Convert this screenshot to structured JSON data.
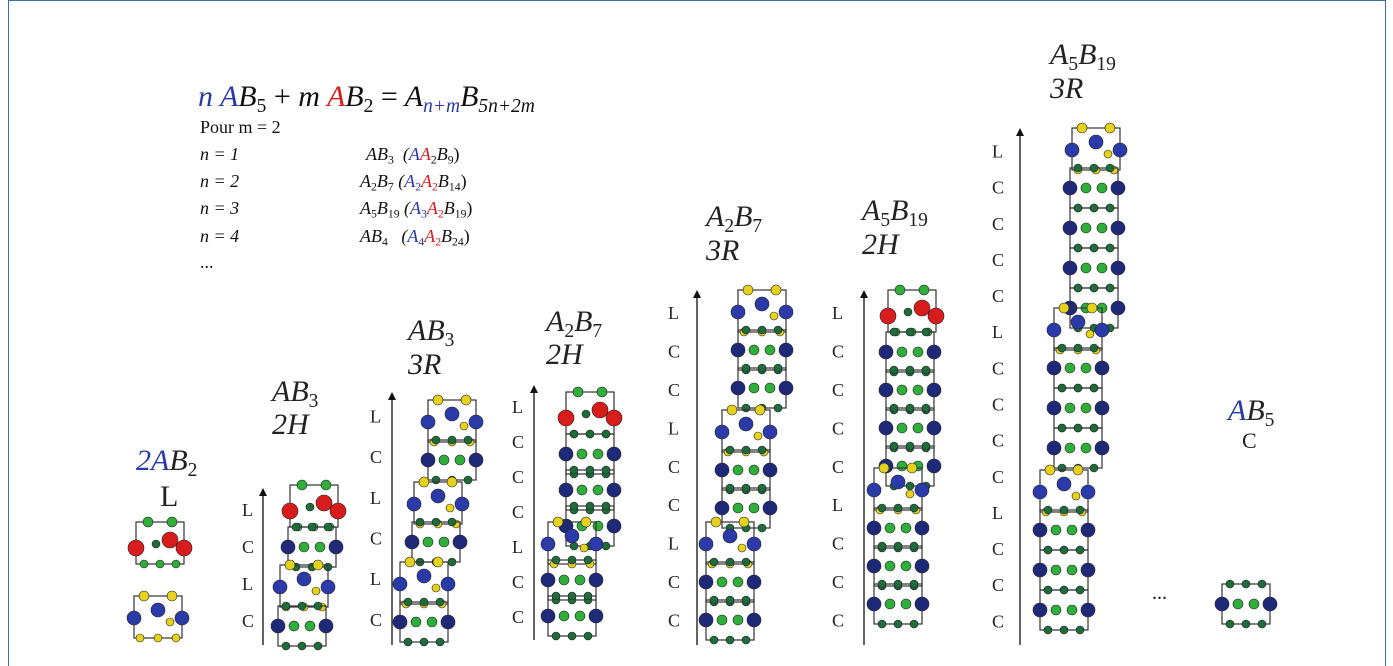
{
  "equation": {
    "n": "n",
    "A1": "A",
    "B5": "B",
    "sub5": "5",
    "plus": "+",
    "m": "m",
    "A2": "A",
    "B2": "B",
    "sub2": "2",
    "eq": "=",
    "A3": "A",
    "subnm": "n+m",
    "B3": "B",
    "sub5n2m": "5n+2m"
  },
  "pour": "Pour  m = 2",
  "rows": [
    {
      "n": "n = 1",
      "formula": "AB",
      "f_sub": "3",
      "paren": "(AA",
      "p_sub1": "2",
      "p_b": "B",
      "p_sub2": "9",
      "close": ")"
    },
    {
      "n": "n = 2",
      "formula": "A",
      "f_sub0": "2",
      "formula_b": "B",
      "f_sub": "7",
      "paren_a": "A",
      "p_sub0": "2",
      "paren": "A",
      "p_sub1": "2",
      "p_b": "B",
      "p_sub2": "14",
      "close": ")"
    },
    {
      "n": "n = 3",
      "formula": "A",
      "f_sub0": "5",
      "formula_b": "B",
      "f_sub": "19",
      "paren_a": "A",
      "p_sub0": "3",
      "paren": "A",
      "p_sub1": "2",
      "p_b": "B",
      "p_sub2": "19",
      "close": ")"
    },
    {
      "n": "n = 4",
      "formula": "AB",
      "f_sub": "4",
      "paren_a": "A",
      "p_sub0": "4",
      "paren": "A",
      "p_sub1": "2",
      "p_b": "B",
      "p_sub2": "24",
      "close": ")"
    }
  ],
  "ellipsis": "...",
  "structures": [
    {
      "name": "2AB",
      "sub": "2",
      "type": "L",
      "stack": []
    },
    {
      "name": "AB",
      "sub": "3",
      "type": "2H",
      "stack": [
        "L",
        "C",
        "L",
        "C"
      ]
    },
    {
      "name": "AB",
      "sub": "3",
      "type": "3R",
      "stack": [
        "L",
        "C",
        "L",
        "C",
        "L",
        "C"
      ]
    },
    {
      "name": "A",
      "sub0": "2",
      "b": "B",
      "sub": "7",
      "type": "2H",
      "stack": [
        "L",
        "C",
        "C",
        "C",
        "L",
        "C",
        "C"
      ]
    },
    {
      "name": "A",
      "sub0": "2",
      "b": "B",
      "sub": "7",
      "type": "3R",
      "stack": [
        "L",
        "C",
        "C",
        "L",
        "C",
        "C",
        "L",
        "C",
        "C"
      ]
    },
    {
      "name": "A",
      "sub0": "5",
      "b": "B",
      "sub": "19",
      "type": "2H",
      "stack": [
        "L",
        "C",
        "C",
        "C",
        "C",
        "L",
        "C",
        "C",
        "C"
      ]
    },
    {
      "name": "A",
      "sub0": "5",
      "b": "B",
      "sub": "19",
      "type": "3R",
      "stack": [
        "L",
        "C",
        "C",
        "C",
        "C",
        "L",
        "C",
        "C",
        "C",
        "C",
        "L",
        "C",
        "C",
        "C"
      ]
    },
    {
      "name": "AB",
      "sub": "5",
      "type": "C",
      "stack": []
    }
  ],
  "dots": "...",
  "colors": {
    "blue": "#2a3aa8",
    "red": "#d81c1c",
    "yellow": "#e6d21c",
    "green": "#2fae3a",
    "darkgreen": "#1f6b3a",
    "navy": "#1e2a78"
  }
}
